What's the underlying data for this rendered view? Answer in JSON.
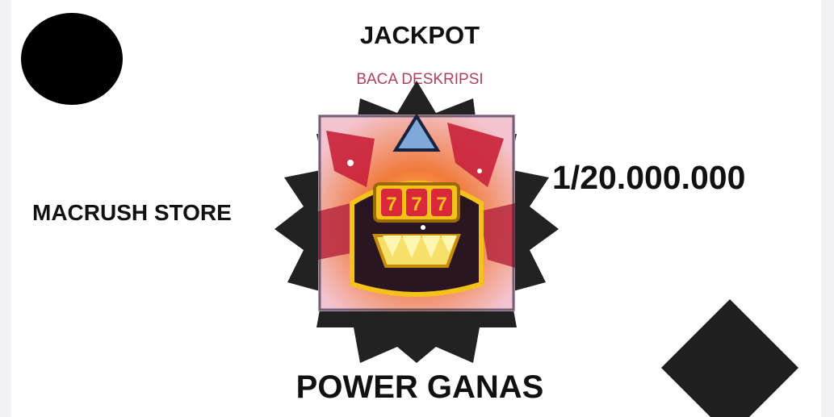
{
  "header": {
    "title": "JACKPOT",
    "subtitle": "BACA DESKRIPSI"
  },
  "sidebar": {
    "store_name": "MACRUSH STORE"
  },
  "main": {
    "odds": "1/20.000.000",
    "reel_symbols": [
      "7",
      "7",
      "7"
    ]
  },
  "footer": {
    "label": "POWER GANAS"
  },
  "icons": {
    "badge": "starburst-badge-icon",
    "art": "jackpot-slot-chest-icon",
    "circle": "circle-shape",
    "diamond": "diamond-shape"
  },
  "colors": {
    "background": "#ffffff",
    "text": "#111111",
    "subtitle": "#b0405e",
    "shape": "#1f1f1f",
    "gold": "#f4c21a",
    "accent_red": "#d8283a"
  }
}
